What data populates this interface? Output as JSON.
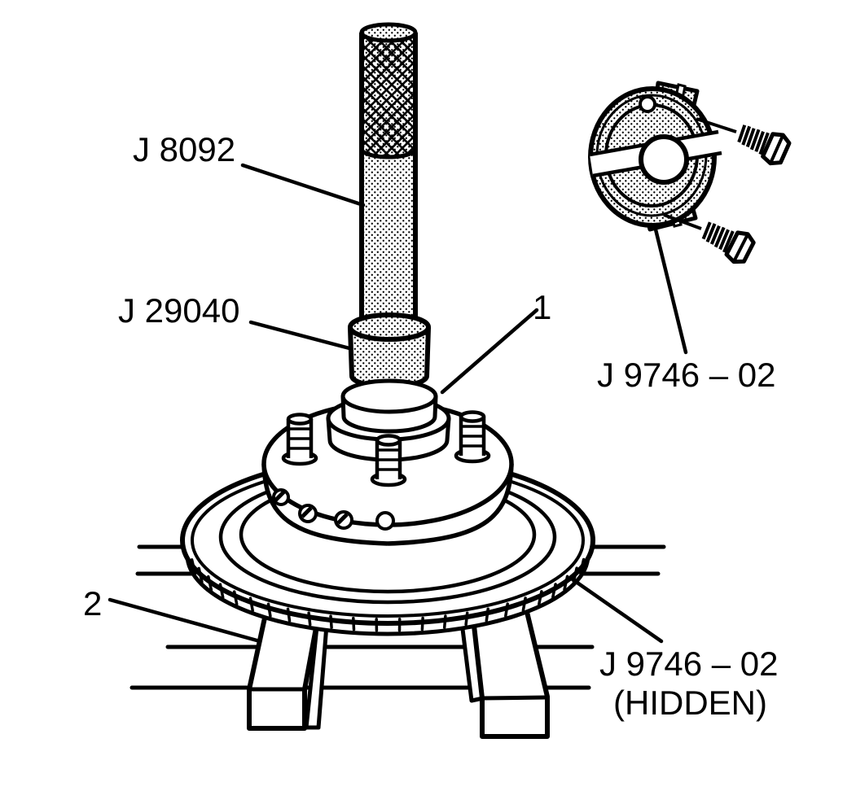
{
  "figure": {
    "type": "technical-illustration",
    "description": "Hub bearing removal setup with driver, adapter and split collar supports",
    "background": "#ffffff",
    "line_color": "#000000",
    "callouts": {
      "driver": {
        "label": "J 8092"
      },
      "adapter": {
        "label": "J 29040"
      },
      "bearing_item": {
        "label": "1"
      },
      "collar": {
        "label": "J 9746 – 02"
      },
      "support_item": {
        "label": "2"
      },
      "collar_hidden_line1": "J 9746 – 02",
      "collar_hidden_line2": "(HIDDEN)"
    }
  }
}
